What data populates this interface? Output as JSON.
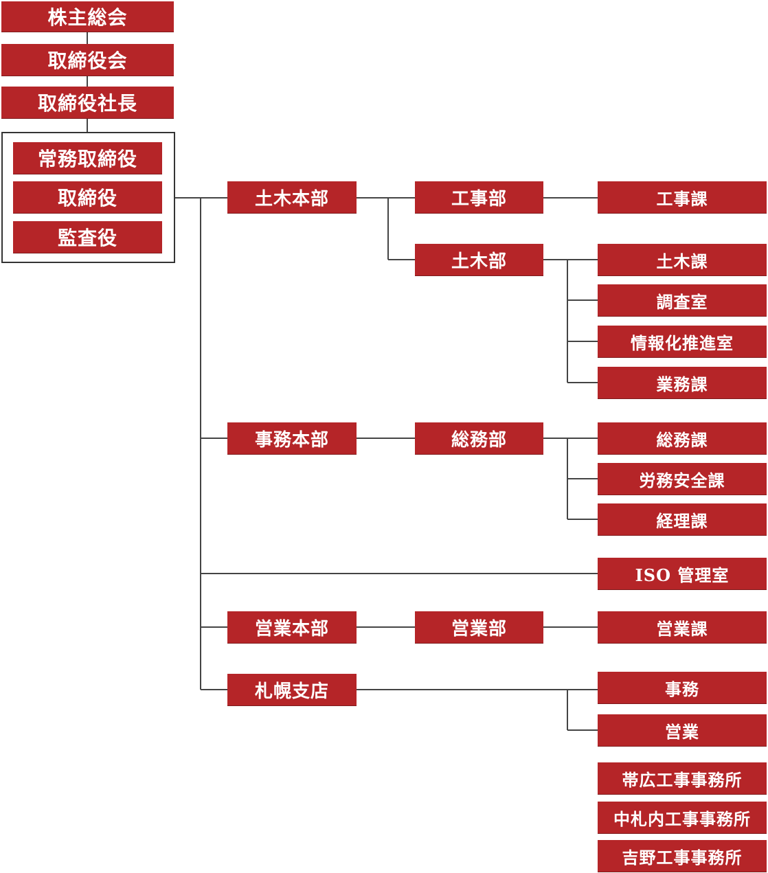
{
  "top": {
    "shareholders": "株主総会",
    "board": "取締役会",
    "president": "取締役社長"
  },
  "executives": {
    "managing_director": "常務取締役",
    "director": "取締役",
    "auditor": "監査役"
  },
  "civil_hq": {
    "label": "土木本部",
    "construction_dept": {
      "label": "工事部",
      "sections": [
        "工事課"
      ]
    },
    "civil_dept": {
      "label": "土木部",
      "sections": [
        "土木課",
        "調査室",
        "情報化推進室",
        "業務課"
      ]
    }
  },
  "admin_hq": {
    "label": "事務本部",
    "general_affairs_dept": {
      "label": "総務部",
      "sections": [
        "総務課",
        "労務安全課",
        "経理課"
      ]
    }
  },
  "iso_office": "ISO 管理室",
  "sales_hq": {
    "label": "営業本部",
    "sales_dept": {
      "label": "営業部",
      "sections": [
        "営業課"
      ]
    }
  },
  "sapporo_branch": {
    "label": "札幌支店",
    "sections": [
      "事務",
      "営業"
    ]
  },
  "site_offices": [
    "帯広工事事務所",
    "中札内工事事務所",
    "吉野工事事務所"
  ]
}
